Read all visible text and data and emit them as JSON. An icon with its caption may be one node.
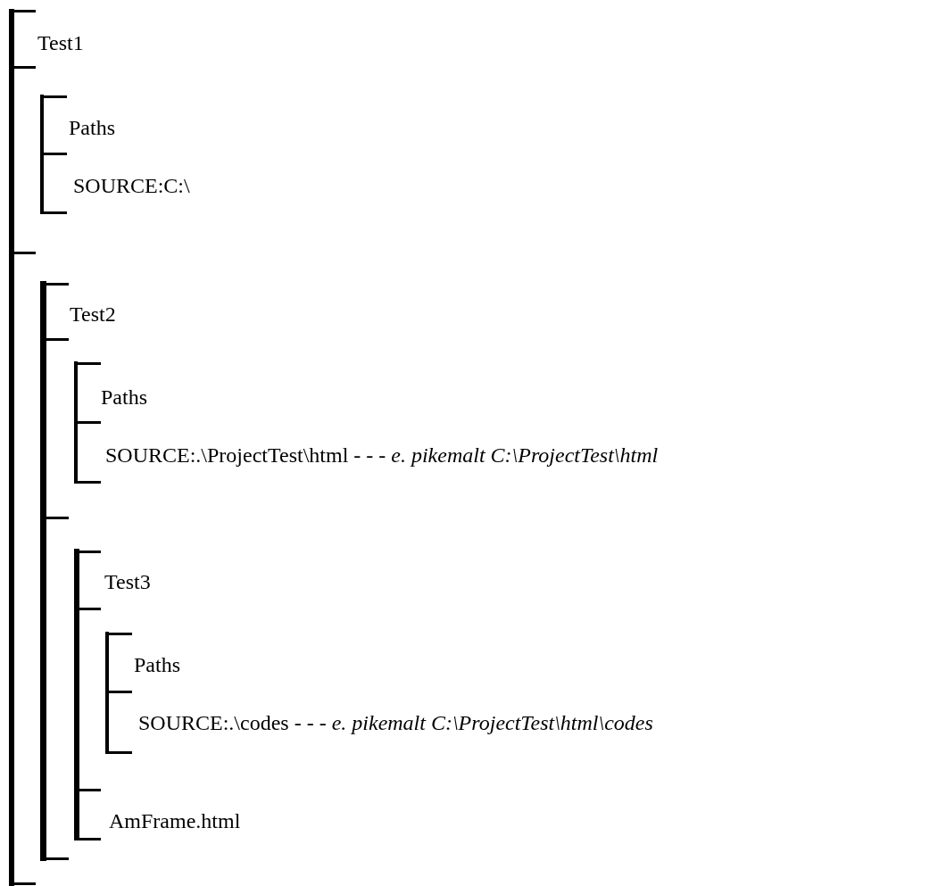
{
  "diagram": {
    "nodes": [
      {
        "text": [
          "Test1"
        ]
      },
      {
        "text": [
          "Paths",
          "SOURCE:C:\\"
        ],
        "in": 0
      },
      {
        "text": [
          "Test2"
        ],
        "in": 0
      },
      {
        "text": [
          "Paths",
          "SOURCE:.\\ProjectTest\\html - - - *e. pikemalt C:\\ProjectTest\\html*"
        ],
        "in": 2
      },
      {
        "text": [
          "Test3",
          "AmFrame.html"
        ],
        "in": 2
      },
      {
        "text": [
          "Paths",
          "SOURCE:.\\codes - - - *e. pikemalt C:\\ProjectTest\\html\\codes*"
        ],
        "in": 4
      }
    ]
  }
}
